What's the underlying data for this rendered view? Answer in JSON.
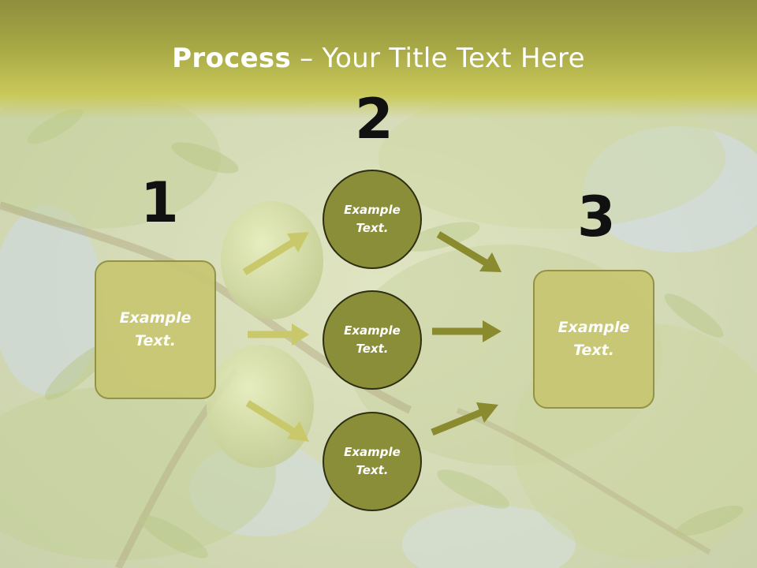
{
  "slide": {
    "title_bold": "Process",
    "title_rest": " – Your Title Text Here"
  },
  "steps": [
    {
      "number": "1",
      "label": "Example\nText."
    },
    {
      "number": "2"
    },
    {
      "number": "3",
      "label": "Example\nText."
    }
  ],
  "circles": [
    {
      "label": "Example\nText."
    },
    {
      "label": "Example\nText."
    },
    {
      "label": "Example\nText."
    }
  ],
  "colors": {
    "title_band": "#a7a845",
    "box_fill": "#c8c774",
    "circle_fill": "#8a8e38",
    "arrow_light": "#c9c96c",
    "arrow_dark": "#8a8b2e"
  }
}
